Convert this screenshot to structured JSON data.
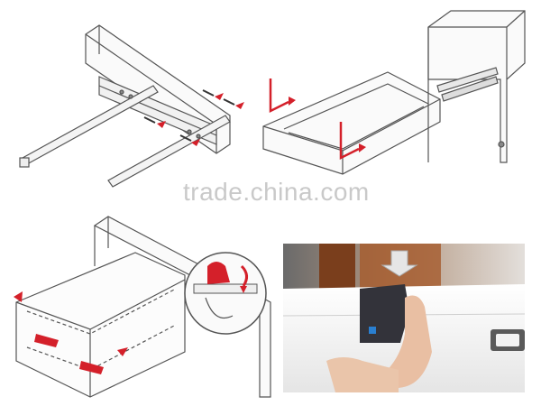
{
  "watermark": {
    "text": "trade.china.com"
  },
  "colors": {
    "line": "#555555",
    "accent_red": "#d4202a",
    "wood": "#8a4a22",
    "photo_bg": "#c9c2bb",
    "shelf_white": "#f2f2f2",
    "mechanism": "#3a3a44"
  },
  "icons": {
    "step1": "drawer-slide-mounting-illustration",
    "step2": "drawer-box-illustration",
    "step3": "slide-in-cabinet-illustration",
    "step4": "drawer-install-with-clip-illustration",
    "photo": "hand-releasing-drawer-clip-photo"
  }
}
